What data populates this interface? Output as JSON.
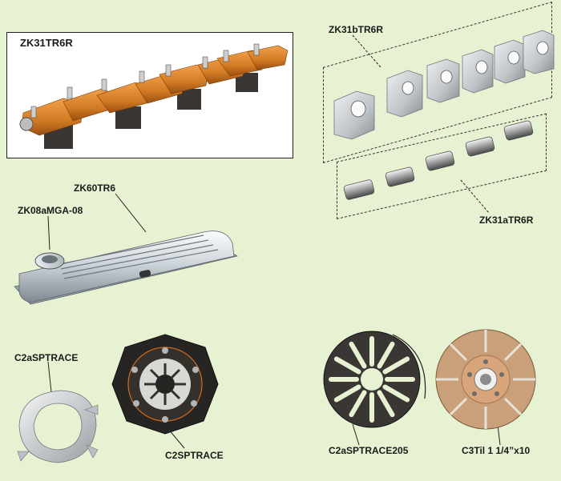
{
  "labels": {
    "rocker_assembly": "ZK31TR6R",
    "pedestals": "ZK31bTR6R",
    "spacers": "ZK31aTR6R",
    "rocker_cover": "ZK60TR6",
    "oil_cap": "ZK08aMGA-08",
    "pressure_plate_ring": "C2aSPTRACE",
    "clutch_cover": "C2SPTRACE",
    "diaphragm_spring": "C2aSPTRACE205",
    "friction_disc": "C3Til 1 1/4”x10"
  },
  "colors": {
    "background": "#e7f2d2",
    "anodised_orange": "#d9822b",
    "aluminium": "#c7ccd0",
    "steel_dark": "#3b3b3b",
    "friction": "#c9a07a"
  },
  "icons": [
    "rocker-shaft-assembly-image",
    "pedestal-image",
    "spacer-image",
    "rocker-cover-image",
    "pressure-ring-image",
    "clutch-cover-image",
    "diaphragm-image",
    "friction-disc-image"
  ]
}
